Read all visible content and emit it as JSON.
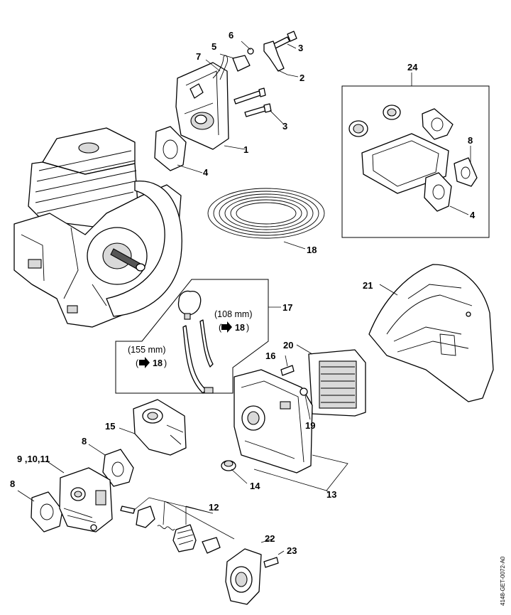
{
  "labels": {
    "l1": "1",
    "l2": "2",
    "l3a": "3",
    "l3b": "3",
    "l4a": "4",
    "l4b": "4",
    "l5": "5",
    "l6": "6",
    "l7": "7",
    "l8a": "8",
    "l8b": "8",
    "l8c": "8",
    "l9": "9 ,10,11",
    "l12": "12",
    "l13": "13",
    "l14": "14",
    "l15": "15",
    "l16": "16",
    "l17": "17",
    "l18": "18",
    "l19": "19",
    "l20": "20",
    "l21": "21",
    "l22": "22",
    "l23": "23",
    "l24": "24"
  },
  "notes": {
    "hose_108": "(108 mm)",
    "hose_108_ref": "18",
    "hose_155": "(155 mm)",
    "hose_155_ref": "18"
  },
  "icons": {
    "arrow": "arrow-right-icon"
  },
  "drawing_code": "4148-GET-0072-A0"
}
